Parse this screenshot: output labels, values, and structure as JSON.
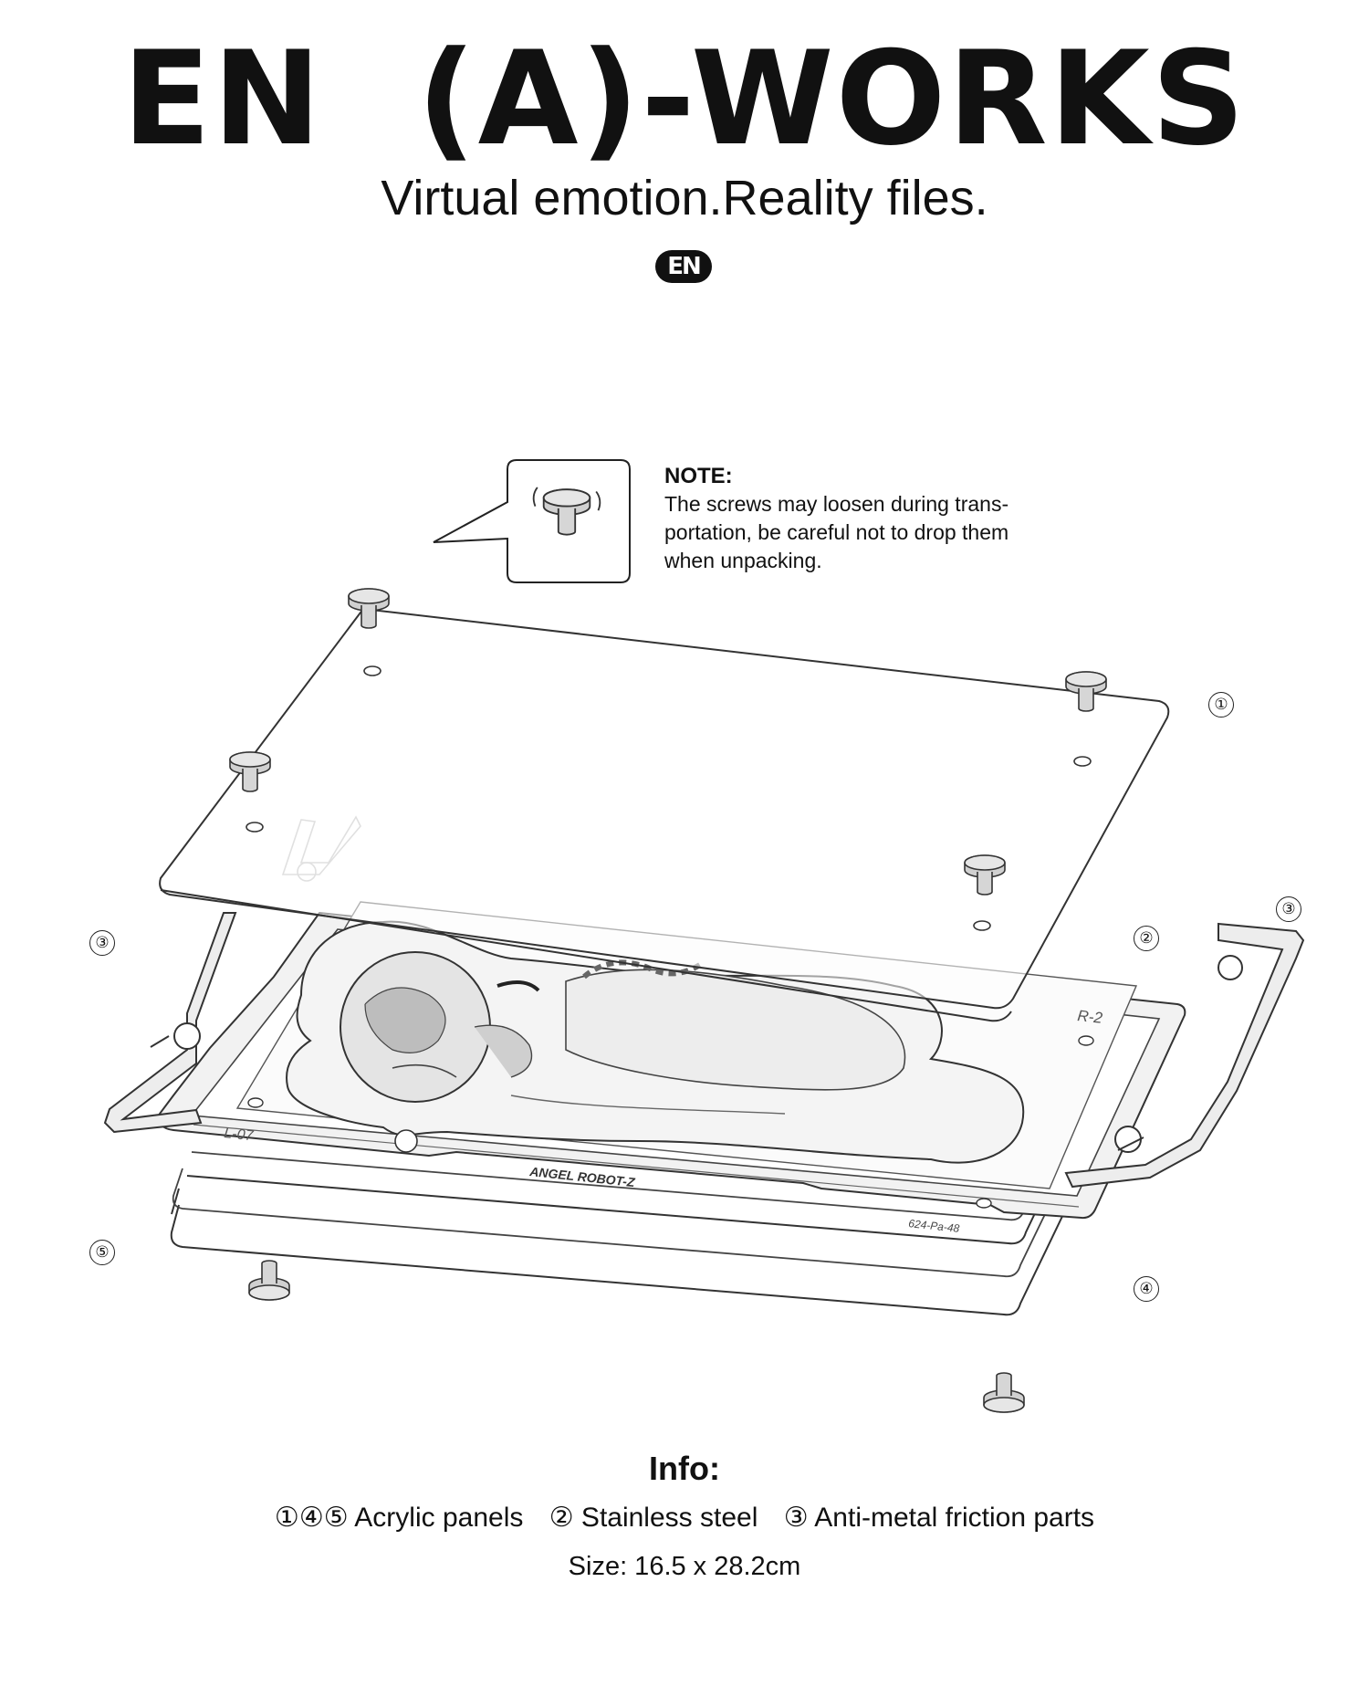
{
  "header": {
    "title": "EN  (A)-WORKS",
    "subtitle": "Virtual emotion.Reality files.",
    "logo_text": "EN"
  },
  "note": {
    "title": "NOTE:",
    "lines": [
      "The screws may loosen during trans-",
      "portation, be careful not to drop them",
      "when unpacking."
    ],
    "icon": "screw-icon"
  },
  "diagram": {
    "callouts": [
      "①",
      "②",
      "③",
      "③",
      "④",
      "⑤"
    ],
    "panel_labels": {
      "right_corner": "R-2",
      "left_corner": "L-07",
      "product_name": "ANGEL ROBOT-Z",
      "serial": "624-Pa-48"
    }
  },
  "info": {
    "title": "Info:",
    "parts": [
      "①④⑤ Acrylic panels",
      "② Stainless steel",
      "③ Anti-metal friction parts"
    ],
    "size": "Size: 16.5 x 28.2cm"
  },
  "colors": {
    "ink": "#111111",
    "line": "#333333",
    "screw_fill": "#d0d0d0"
  }
}
